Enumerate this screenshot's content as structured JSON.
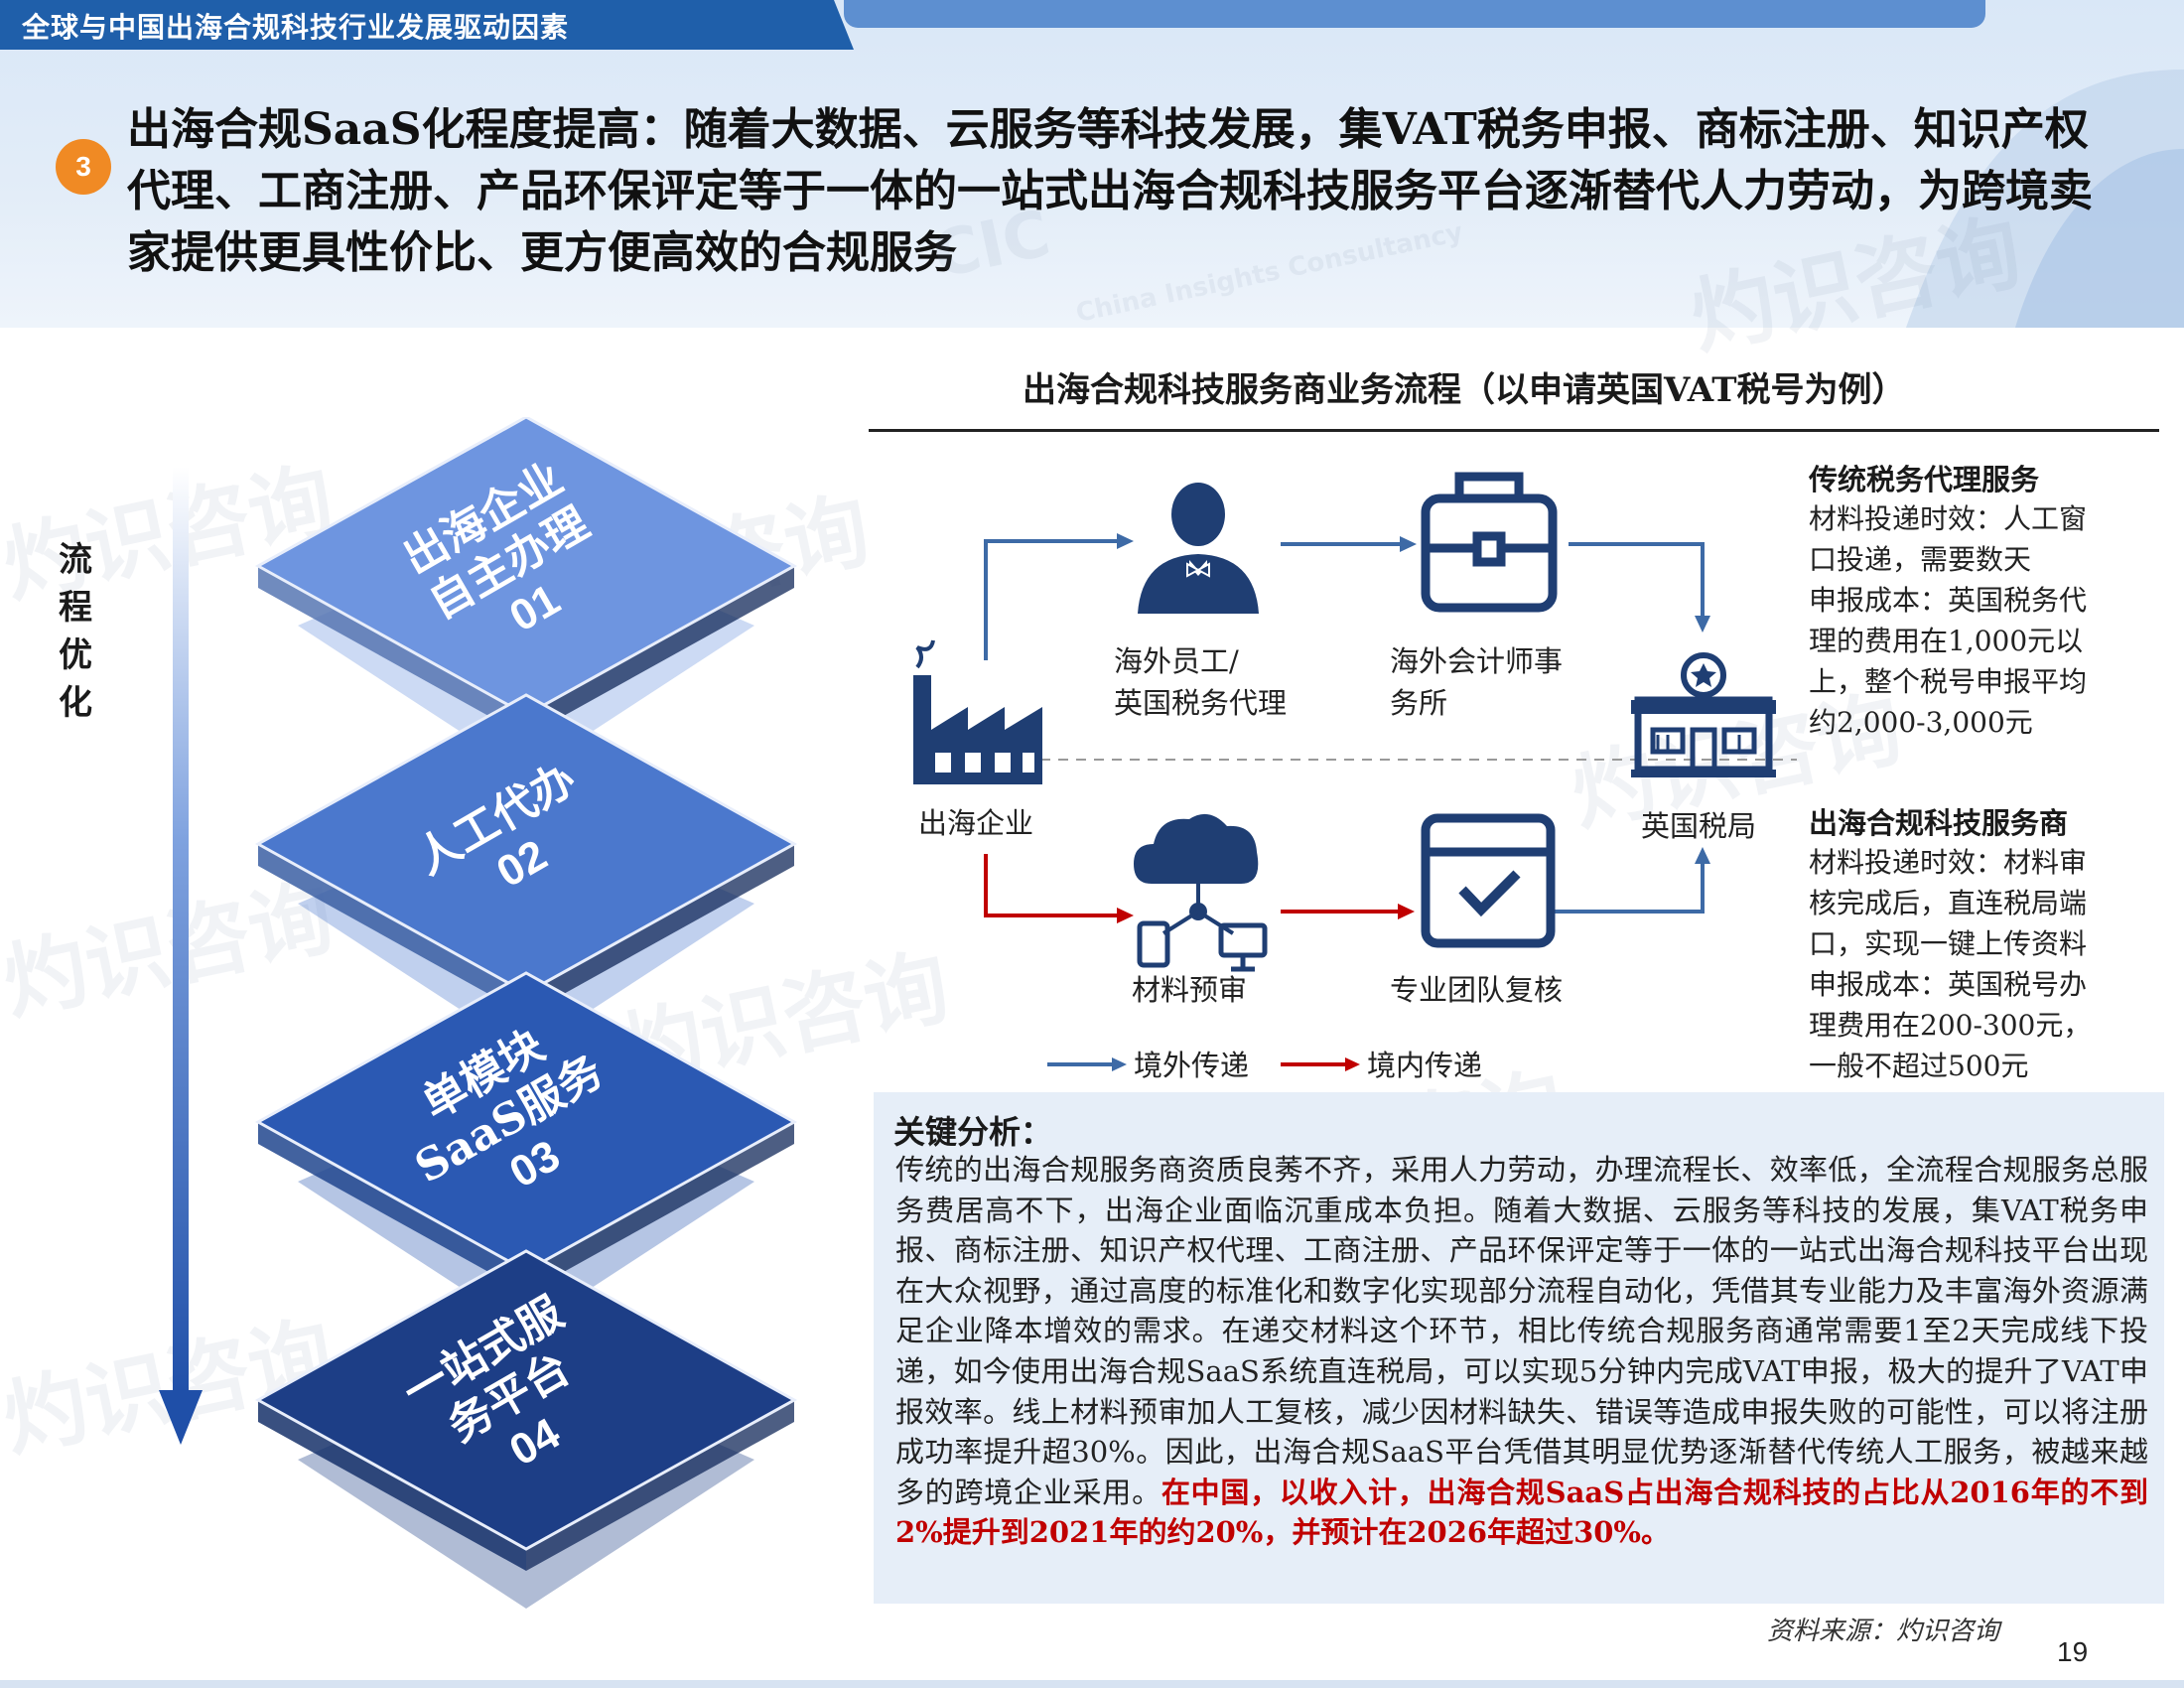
{
  "header": {
    "title": "全球与中国出海合规科技行业发展驱动因素"
  },
  "headline": {
    "number": "3",
    "text": "出海合规SaaS化程度提高：随着大数据、云服务等科技发展，集VAT税务申报、商标注册、知识产权代理、工商注册、产品环保评定等于一体的一站式出海合规科技服务平台逐渐替代人力劳动，为跨境卖家提供更具性价比、更方便高效的合规服务"
  },
  "watermark": {
    "cn": "灼识咨询",
    "en": "China Insights Consultancy",
    "logo": "CIC"
  },
  "process": {
    "label": "流程优化",
    "chars": [
      "流",
      "程",
      "优",
      "化"
    ],
    "steps": [
      {
        "line1": "出海企业",
        "line2": "自主办理",
        "num": "01",
        "color": "#6e95e0"
      },
      {
        "line1": "人工代办",
        "line2": "",
        "num": "02",
        "color": "#4b78cd"
      },
      {
        "line1": "单模块",
        "line2": "SaaS服务",
        "num": "03",
        "color": "#2b59b3"
      },
      {
        "line1": "一站式服",
        "line2": "务平台",
        "num": "04",
        "color": "#1d3e86"
      }
    ]
  },
  "flow": {
    "title": "出海合规科技服务商业务流程（以申请英国VAT税号为例）",
    "enterprise": "出海企业",
    "staff_l1": "海外员工/",
    "staff_l2": "英国税务代理",
    "accountant_l1": "海外会计师事",
    "accountant_l2": "务所",
    "tax_office": "英国税局",
    "prereview": "材料预审",
    "team_review": "专业团队复核",
    "legend_abroad": "境外传递",
    "legend_domestic": "境内传递",
    "colors": {
      "abroad": "#3d6aa6",
      "domestic": "#c00000",
      "icon": "#1f3e73"
    }
  },
  "side": {
    "traditional": {
      "title": "传统税务代理服务",
      "lines": [
        "材料投递时效：人工窗",
        "口投递，需要数天",
        "申报成本：英国税务代",
        "理的费用在1,000元以",
        "上，整个税号申报平均",
        "约2,000-3,000元"
      ]
    },
    "saas": {
      "title": "出海合规科技服务商",
      "lines": [
        "材料投递时效：材料审",
        "核完成后，直连税局端",
        "口，实现一键上传资料",
        "申报成本：英国税号办",
        "理费用在200-300元，",
        "一般不超过500元"
      ]
    }
  },
  "analysis": {
    "title": "关键分析：",
    "body": "传统的出海合规服务商资质良莠不齐，采用人力劳动，办理流程长、效率低，全流程合规服务总服务费居高不下，出海企业面临沉重成本负担。随着大数据、云服务等科技的发展，集VAT税务申报、商标注册、知识产权代理、工商注册、产品环保评定等于一体的一站式出海合规科技平台出现在大众视野，通过高度的标准化和数字化实现部分流程自动化，凭借其专业能力及丰富海外资源满足企业降本增效的需求。在递交材料这个环节，相比传统合规服务商通常需要1至2天完成线下投递，如今使用出海合规SaaS系统直连税局，可以实现5分钟内完成VAT申报，极大的提升了VAT申报效率。线上材料预审加人工复核，减少因材料缺失、错误等造成申报失败的可能性，可以将注册成功率提升超30%。因此，出海合规SaaS平台凭借其明显优势逐渐替代传统人工服务，被越来越多的跨境企业采用。",
    "highlight": "在中国，以收入计，出海合规SaaS占出海合规科技的占比从2016年的不到2%提升到2021年的约20%，并预计在2026年超过30%。"
  },
  "footer": {
    "source": "资料来源：灼识咨询",
    "page": "19"
  }
}
